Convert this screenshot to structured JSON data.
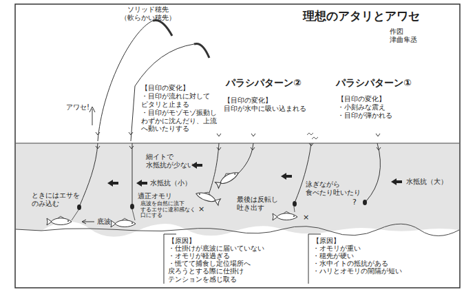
{
  "diagram": {
    "title": "理想のアタリとアワセ",
    "labels": [
      "作図 津曲隼丞",
      "ソリッド穂先 （軟らかい穂先）",
      "アワセ!",
      "【目印の変化】",
      "・目印が流れに対して ピタリと止まる",
      "・目印がモゾモゾ振動し わずかに沈んだり、上流 へ動いたりする",
      "パラシパターン②",
      "【目印の変化】",
      "目印が水中に吸い込まれる",
      "パラシパターン①",
      "【目印の変化】",
      "・小刻みな震え",
      "・目印が弾かれる",
      "細イトで 水抵抗が少ない",
      "水抵抗（小）",
      "適正オモリ",
      "底波を自然に流下 するエサに違和感なく 口にする",
      "ときにはエサを のみ込む",
      "底波",
      "泳ぎながら 食べたり吐いたり",
      "?",
      "最後は反転し 吐き出す",
      "×",
      "×",
      "水抵抗（大）",
      "【原因】",
      "・仕掛けが底波に届いていない",
      "・オモリが軽過ぎる",
      "・慌てて捕食し定位場所へ 戻ろうとする際に仕掛け テンションを感じ取る",
      "【原因】",
      "・オモリが重い",
      "・穂先が硬い",
      "・水中イトの抵抗がある",
      "・ハリとオモリの間隔が短い"
    ]
  }
}
